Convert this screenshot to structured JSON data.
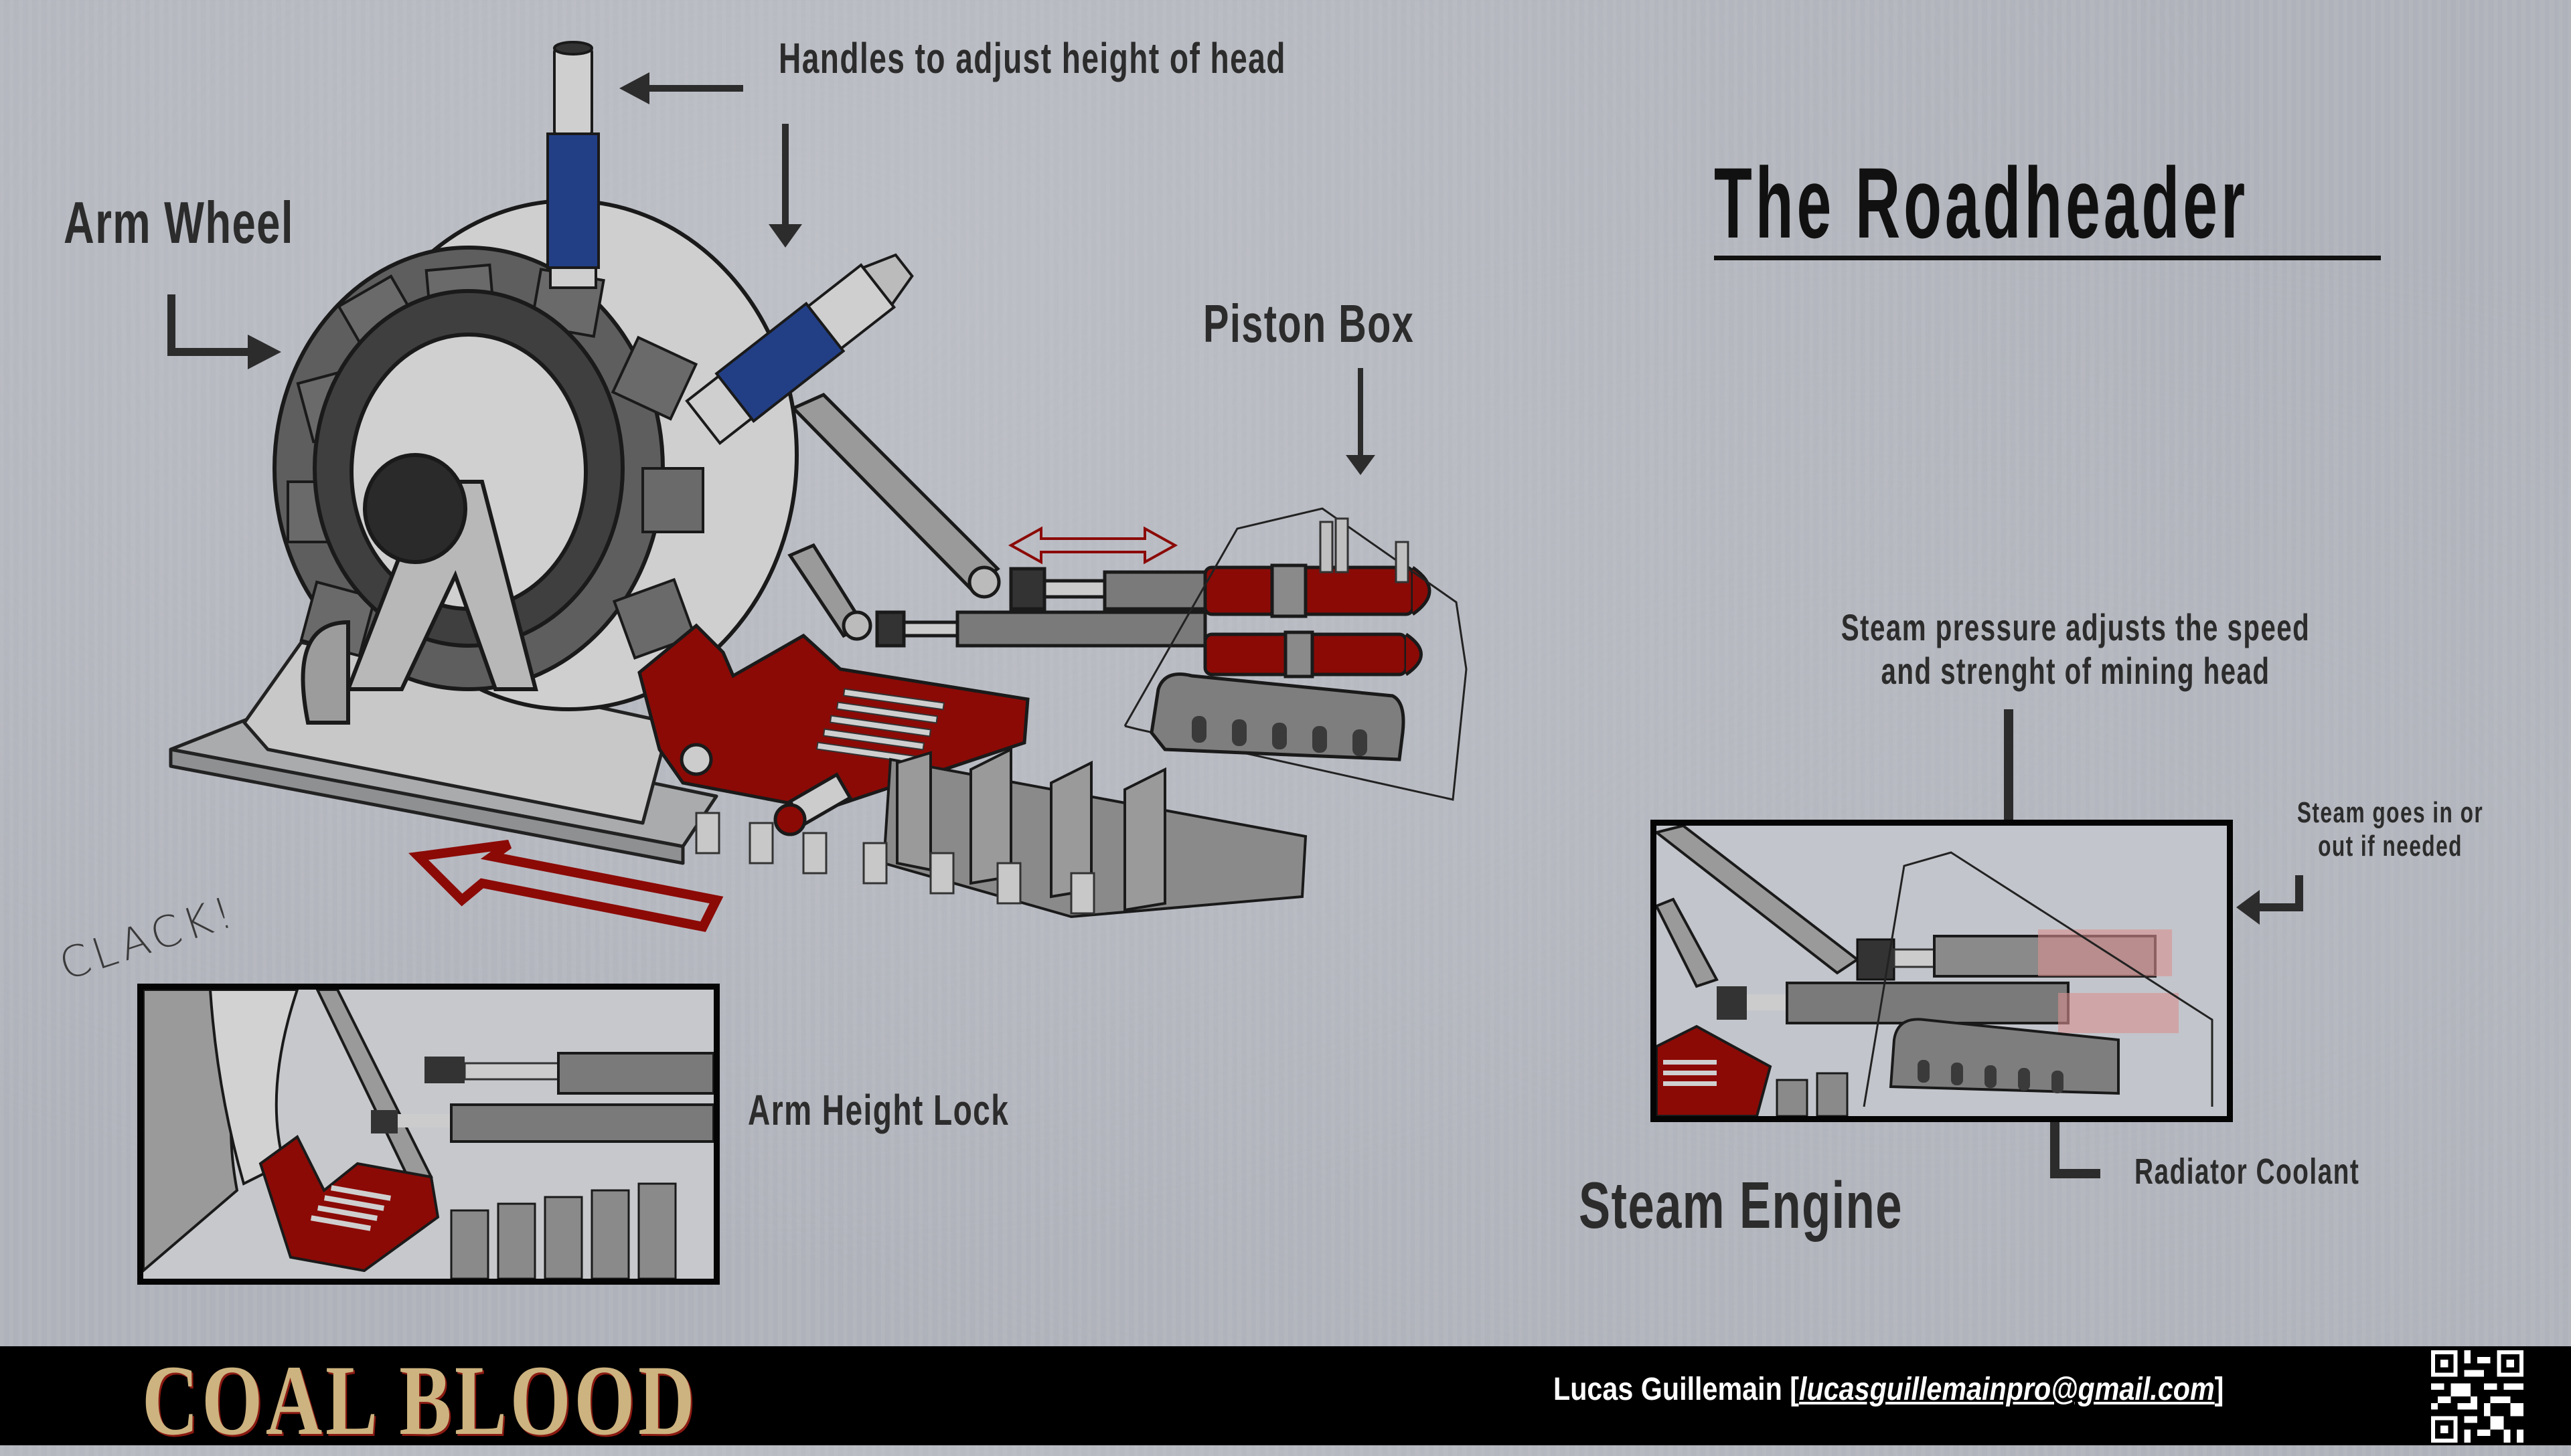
{
  "title": "The Roadheader",
  "labels": {
    "arm_wheel": "Arm Wheel",
    "handles": "Handles to adjust height of head",
    "piston_box": "Piston Box",
    "arm_height_lock": "Arm Height Lock",
    "clack": "CLACK!",
    "steam_pressure_line1": "Steam pressure adjusts the speed",
    "steam_pressure_line2": "and strenght of mining head",
    "steam_in_out_line1": "Steam goes in or",
    "steam_in_out_line2": "out if needed",
    "radiator_coolant": "Radiator Coolant",
    "steam_engine": "Steam Engine"
  },
  "footer": {
    "brand": "COAL BLOOD",
    "author_name": "Lucas Guillemain",
    "author_email": "lucasguillemainpro@gmail.com",
    "bracket_open": " [",
    "bracket_close": "]",
    "qr_icon": "qr-code-icon"
  },
  "colors": {
    "background": "#b2b5bd",
    "text": "#2c2c2c",
    "accent_red": "#8b0a06",
    "handle_blue": "#223f86",
    "brand_gold": "#cdb37f",
    "footer_bg": "#000000"
  }
}
